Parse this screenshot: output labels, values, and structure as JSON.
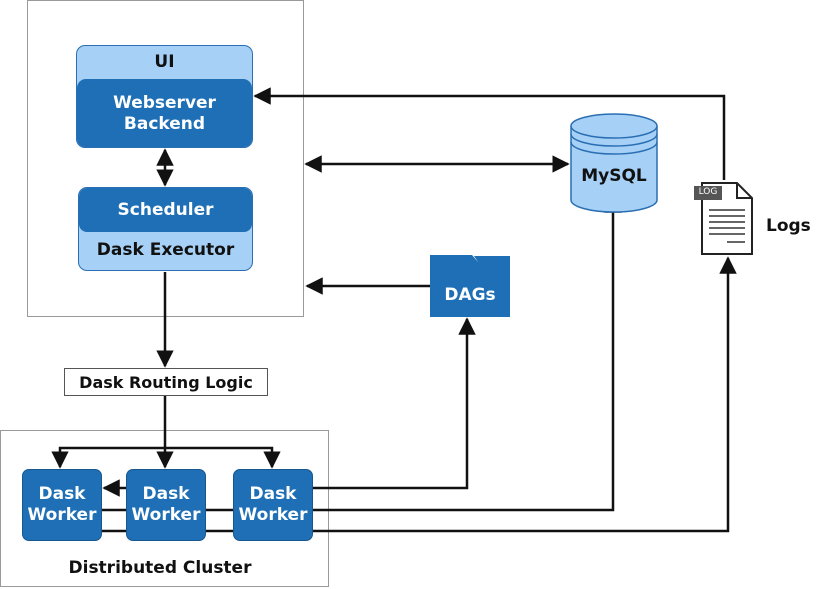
{
  "airflow": {
    "ui_label": "UI",
    "webserver_label": "Webserver\nBackend",
    "scheduler_label": "Scheduler",
    "executor_label": "Dask Executor"
  },
  "routing": {
    "label": "Dask Routing Logic"
  },
  "cluster": {
    "label": "Distributed Cluster",
    "workers": [
      "Dask\nWorker",
      "Dask\nWorker",
      "Dask\nWorker"
    ]
  },
  "mysql": {
    "label": "MySQL"
  },
  "dags": {
    "label": "DAGs"
  },
  "logs": {
    "label": "Logs",
    "file_tag": "LOG"
  },
  "colors": {
    "dark_blue": "#1e6fb5",
    "light_blue": "#a6d0f6",
    "outline": "#2a6fb3"
  }
}
